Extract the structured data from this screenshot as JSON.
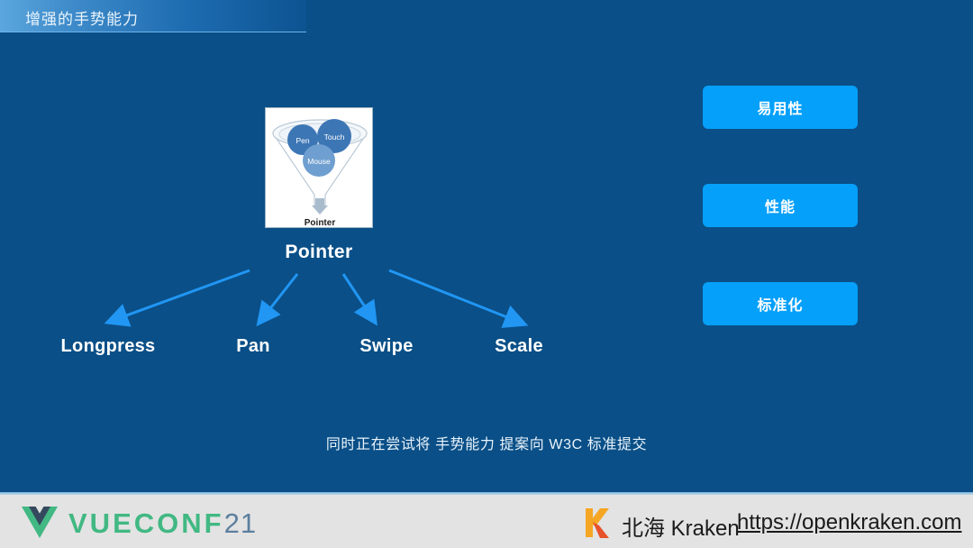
{
  "slide": {
    "title": "增强的手势能力",
    "background_color": "#0a4f87"
  },
  "diagram": {
    "card_label": "Pointer",
    "arrow_icon": "down-arrow-icon",
    "circles": [
      {
        "label": "Pen",
        "color": "#3d76b5"
      },
      {
        "label": "Touch",
        "color": "#3d76b5"
      },
      {
        "label": "Mouse",
        "color": "#6f9fd0"
      }
    ]
  },
  "pointer": {
    "label": "Pointer"
  },
  "gestures": [
    {
      "label": "Longpress"
    },
    {
      "label": "Pan"
    },
    {
      "label": "Swipe"
    },
    {
      "label": "Scale"
    }
  ],
  "features": {
    "accent_color": "#05a0fa",
    "items": [
      {
        "label": "易用性"
      },
      {
        "label": "性能"
      },
      {
        "label": "标准化"
      }
    ]
  },
  "caption": {
    "text": "同时正在尝试将 手势能力 提案向 W3C 标准提交"
  },
  "footer": {
    "background_color": "#e3e3e3",
    "vue_logo_icon": "vue-logo-icon",
    "brand_prefix": "VUECONF",
    "brand_year": "21",
    "brand_color": "#42b883",
    "year_color": "#5c7f9e",
    "kraken_logo_icon": "kraken-k-logo-icon",
    "kraken_name": "北海 Kraken",
    "kraken_url": "https://openkraken.com"
  }
}
